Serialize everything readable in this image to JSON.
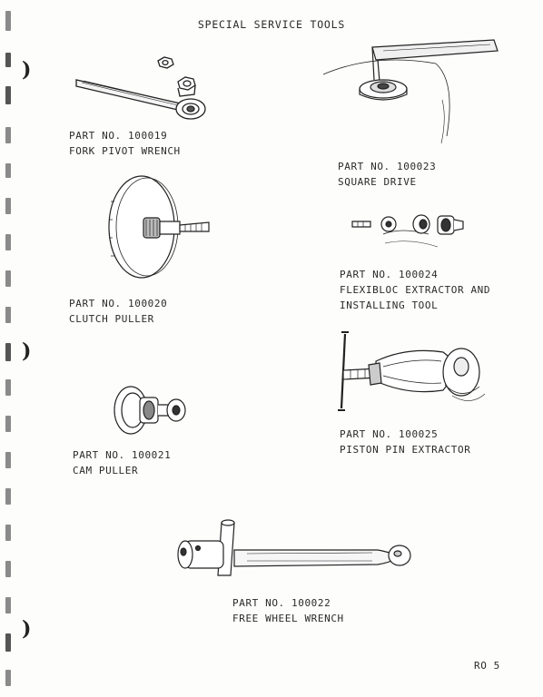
{
  "title": "SPECIAL SERVICE TOOLS",
  "page_label": "RO 5",
  "binding_holes": [
    ")",
    ")",
    ")"
  ],
  "parts": [
    {
      "part_no": "PART NO. 100019",
      "name": "FORK PIVOT WRENCH",
      "icon": "fork-pivot-wrench-illustration"
    },
    {
      "part_no": "PART NO. 100023",
      "name": "SQUARE DRIVE",
      "icon": "square-drive-illustration"
    },
    {
      "part_no": "PART NO. 100020",
      "name": "CLUTCH PULLER",
      "icon": "clutch-puller-illustration"
    },
    {
      "part_no": "PART NO. 100024",
      "name_line1": "FLEXIBLOC EXTRACTOR AND",
      "name_line2": "INSTALLING TOOL",
      "icon": "flexibloc-extractor-illustration"
    },
    {
      "part_no": "PART NO. 100021",
      "name": "CAM PULLER",
      "icon": "cam-puller-illustration"
    },
    {
      "part_no": "PART NO. 100025",
      "name": "PISTON PIN EXTRACTOR",
      "icon": "piston-pin-extractor-illustration"
    },
    {
      "part_no": "PART NO. 100022",
      "name": "FREE WHEEL WRENCH",
      "icon": "free-wheel-wrench-illustration"
    }
  ]
}
